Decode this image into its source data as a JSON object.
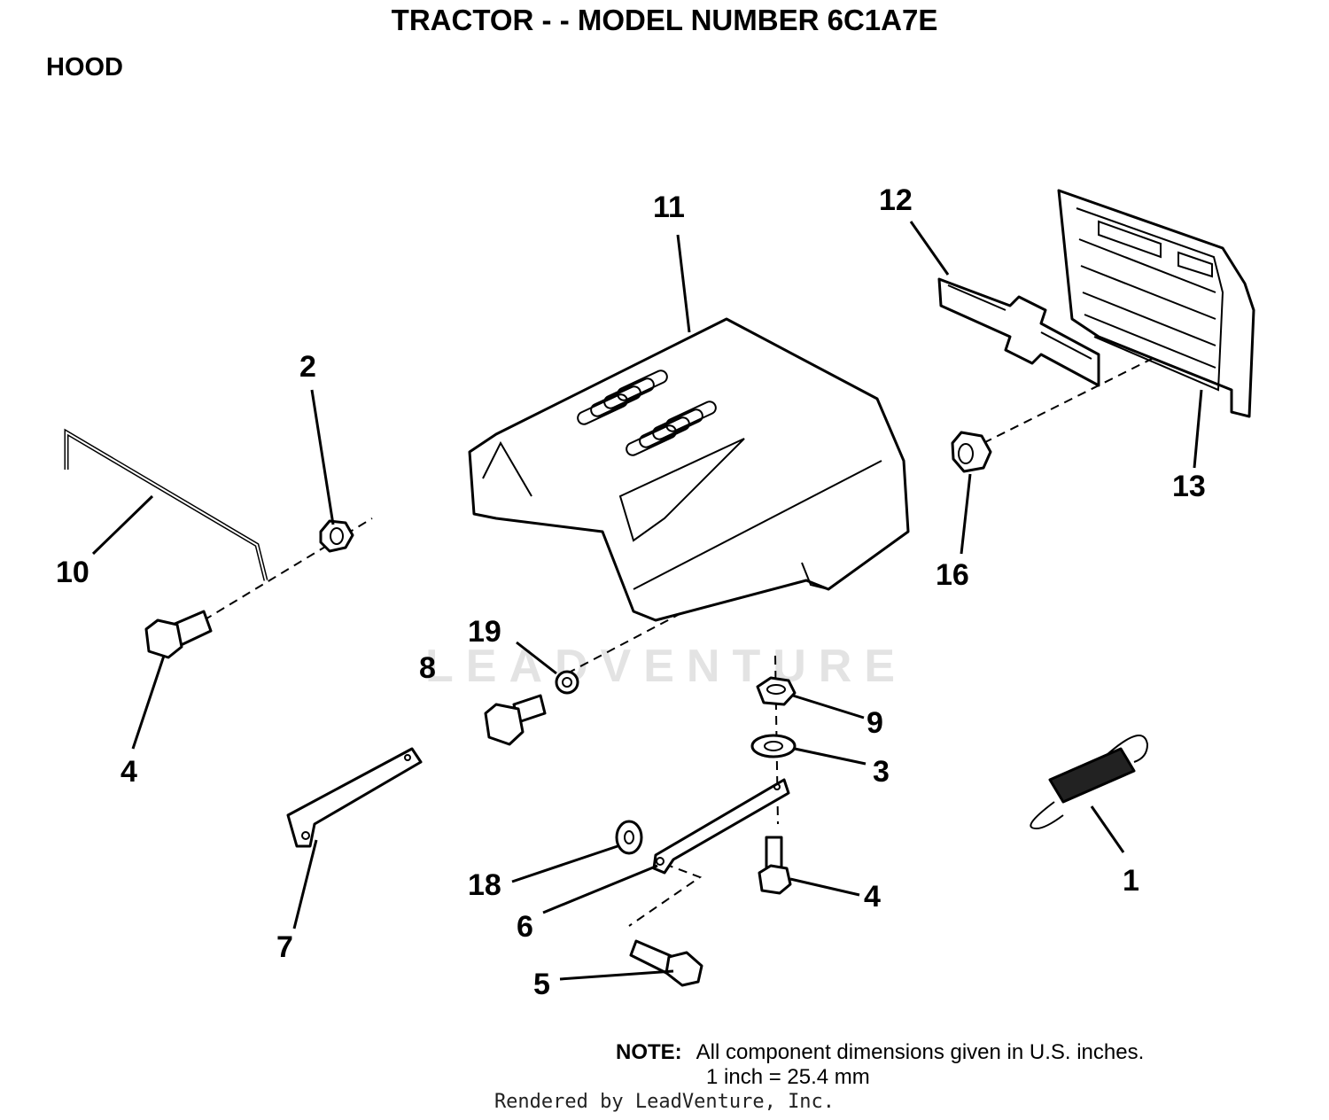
{
  "header": {
    "title": "TRACTOR  - - MODEL NUMBER 6C1A7E",
    "section": "HOOD"
  },
  "callouts": [
    "1",
    "2",
    "3",
    "4",
    "4",
    "5",
    "6",
    "7",
    "8",
    "9",
    "10",
    "11",
    "12",
    "13",
    "16",
    "18",
    "19"
  ],
  "note": {
    "label": "NOTE:",
    "line1": "All component dimensions given in U.S. inches.",
    "line2": "1 inch = 25.4 mm"
  },
  "footer": "Rendered by LeadVenture, Inc.",
  "watermark": "LEADVENTURE"
}
